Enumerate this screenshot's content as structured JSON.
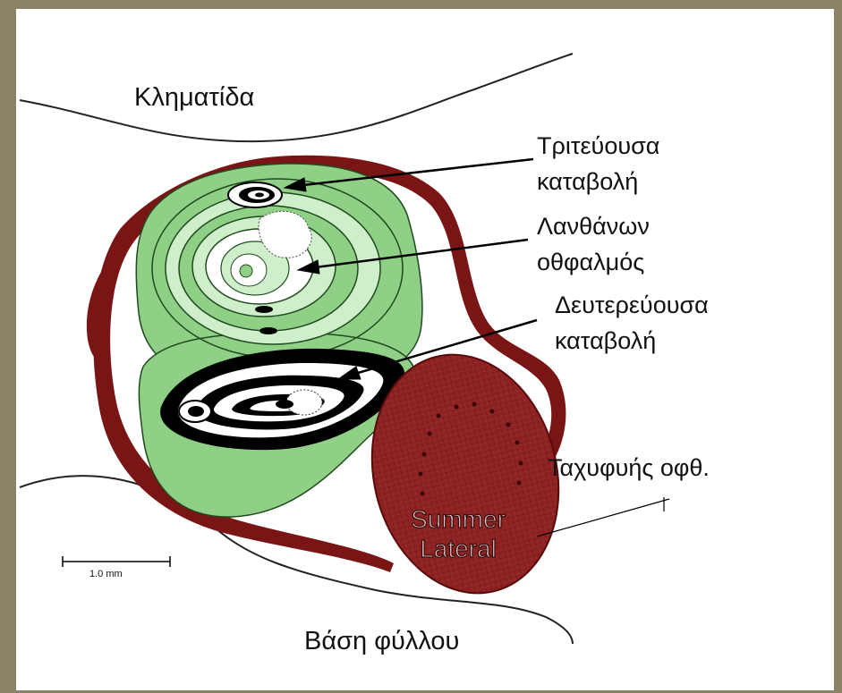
{
  "labels": {
    "shoot": "Κληματίδα",
    "tertiary_bud": [
      "Τριτεύουσα",
      "καταβολή"
    ],
    "latent_bud": [
      "Λανθάνων",
      "οθφαλμός"
    ],
    "secondary_bud": [
      "Δευτερεύουσα",
      "καταβολή"
    ],
    "lateral_bud": "Ταχυφυής οφθ.",
    "summer_lateral": [
      "Summer",
      "Lateral"
    ],
    "leaf_base": "Βάση φύλλου",
    "scale_bar": "1.0 mm"
  },
  "colors": {
    "frame": "#8a8366",
    "paper": "#ffffff",
    "scale": "#7a1515",
    "green_fill": "#8fcf86",
    "green_light": "#cfeeca",
    "primary": "#111111",
    "summer_lateral": "#8e2323",
    "summer_dots": "#3a0606"
  }
}
